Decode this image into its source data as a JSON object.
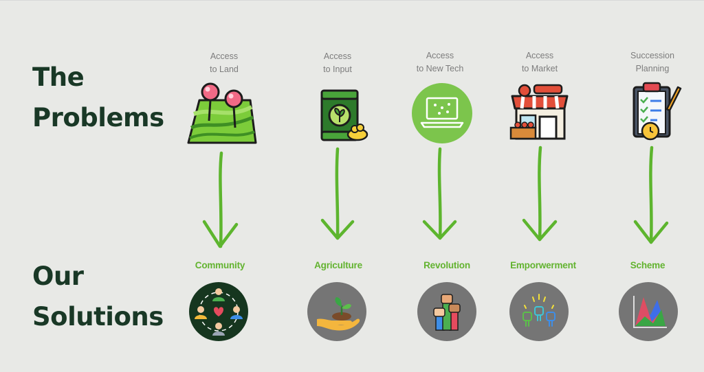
{
  "headings": {
    "problems": [
      "The",
      "Problems"
    ],
    "solutions": [
      "Our",
      "Solutions"
    ]
  },
  "problems": [
    {
      "lines": [
        "Access",
        "to Land"
      ],
      "icon": "map-pins-icon"
    },
    {
      "lines": [
        "Access",
        "to Input"
      ],
      "icon": "seed-bag-icon"
    },
    {
      "lines": [
        "Access",
        "to New Tech"
      ],
      "icon": "laptop-icon"
    },
    {
      "lines": [
        "Access",
        "to Market"
      ],
      "icon": "market-stall-icon"
    },
    {
      "lines": [
        "Succession",
        "Planning"
      ],
      "icon": "checklist-clipboard-icon"
    }
  ],
  "solutions": [
    {
      "label": "Community",
      "icon": "community-people-icon"
    },
    {
      "label": "Agriculture",
      "icon": "hand-sprout-icon"
    },
    {
      "label": "Revolution",
      "icon": "raised-fists-icon"
    },
    {
      "label": "Emporwerment",
      "icon": "cheering-hands-icon"
    },
    {
      "label": "Scheme",
      "icon": "area-chart-icon"
    }
  ],
  "colors": {
    "background": "#e8e9e6",
    "heading": "#193826",
    "problem_label": "#7c7c7c",
    "solution_label": "#62b32f",
    "arrow": "#5db52e",
    "circle": "#757575",
    "circle_dark": "#16361f"
  }
}
